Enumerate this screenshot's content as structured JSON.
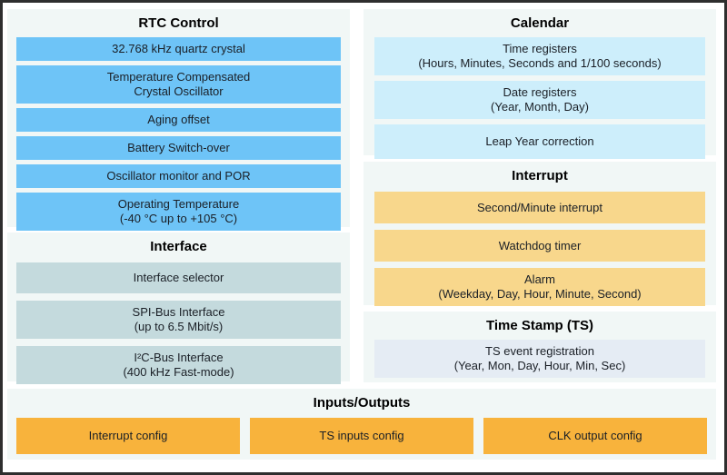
{
  "colors": {
    "border": "#2e2e2e",
    "panel_bg": "#f1f7f6",
    "rtc_box_bg": "#6ec4f7",
    "interface_box_bg": "#c4dadd",
    "calendar_box_bg": "#cdeefb",
    "interrupt_box_bg": "#f8d78c",
    "timestamp_box_bg": "#e5ecf4",
    "io_box_bg": "#f8b33c",
    "title_text": "#000000",
    "box_text": "#1a1f26"
  },
  "sections": {
    "rtc_control": {
      "title": "RTC Control",
      "items": [
        "32.768 kHz quartz crystal",
        "Temperature Compensated\nCrystal Oscillator",
        "Aging offset",
        "Battery Switch-over",
        "Oscillator monitor and POR",
        "Operating Temperature\n(-40 °C up to +105 °C)"
      ]
    },
    "interface": {
      "title": "Interface",
      "items": [
        "Interface selector",
        "SPI-Bus Interface\n(up to 6.5 Mbit/s)",
        "I²C-Bus Interface\n(400 kHz Fast-mode)"
      ]
    },
    "calendar": {
      "title": "Calendar",
      "items": [
        "Time registers\n(Hours, Minutes, Seconds and 1/100 seconds)",
        "Date registers\n(Year, Month, Day)",
        "Leap Year correction"
      ]
    },
    "interrupt": {
      "title": "Interrupt",
      "items": [
        "Second/Minute interrupt",
        "Watchdog timer",
        "Alarm\n(Weekday, Day, Hour, Minute, Second)"
      ]
    },
    "time_stamp": {
      "title": "Time Stamp (TS)",
      "items": [
        "TS event registration\n(Year, Mon, Day, Hour, Min, Sec)"
      ]
    },
    "inputs_outputs": {
      "title": "Inputs/Outputs",
      "items": [
        "Interrupt config",
        "TS inputs config",
        "CLK output config"
      ]
    }
  }
}
